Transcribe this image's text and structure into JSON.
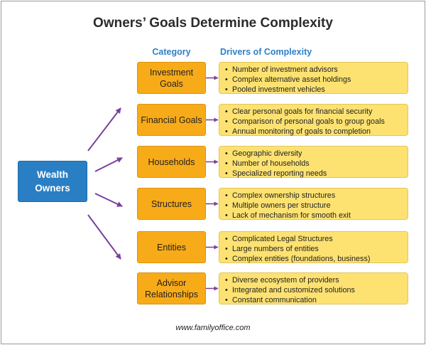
{
  "title": "Owners’ Goals Determine Complexity",
  "headers": {
    "category": "Category",
    "drivers": "Drivers of Complexity"
  },
  "source_label": "Wealth Owners",
  "rows": [
    {
      "category": "Investment Goals",
      "drivers": [
        "Number of investment advisors",
        "Complex alternative asset holdings",
        "Pooled investment vehicles"
      ]
    },
    {
      "category": "Financial Goals",
      "drivers": [
        "Clear personal goals for financial security",
        "Comparison of personal goals to group goals",
        "Annual monitoring of goals to completion"
      ]
    },
    {
      "category": "Households",
      "drivers": [
        "Geographic diversity",
        "Number of households",
        "Specialized reporting needs"
      ]
    },
    {
      "category": "Structures",
      "drivers": [
        "Complex ownership structures",
        "Multiple owners per structure",
        "Lack of mechanism for smooth exit"
      ]
    },
    {
      "category": "Entities",
      "drivers": [
        "Complicated Legal Structures",
        "Large numbers of entities",
        "Complex entities (foundations, business)"
      ]
    },
    {
      "category": "Advisor Relationships",
      "drivers": [
        "Diverse ecosystem of providers",
        "Integrated and customized solutions",
        "Constant communication"
      ]
    }
  ],
  "footer": "www.familyoffice.com",
  "colors": {
    "source_box": "#2a7fc4",
    "category_box": "#f8ab19",
    "driver_box": "#fde272",
    "header_text": "#2e80c8",
    "arrow": "#7b3f9a"
  }
}
